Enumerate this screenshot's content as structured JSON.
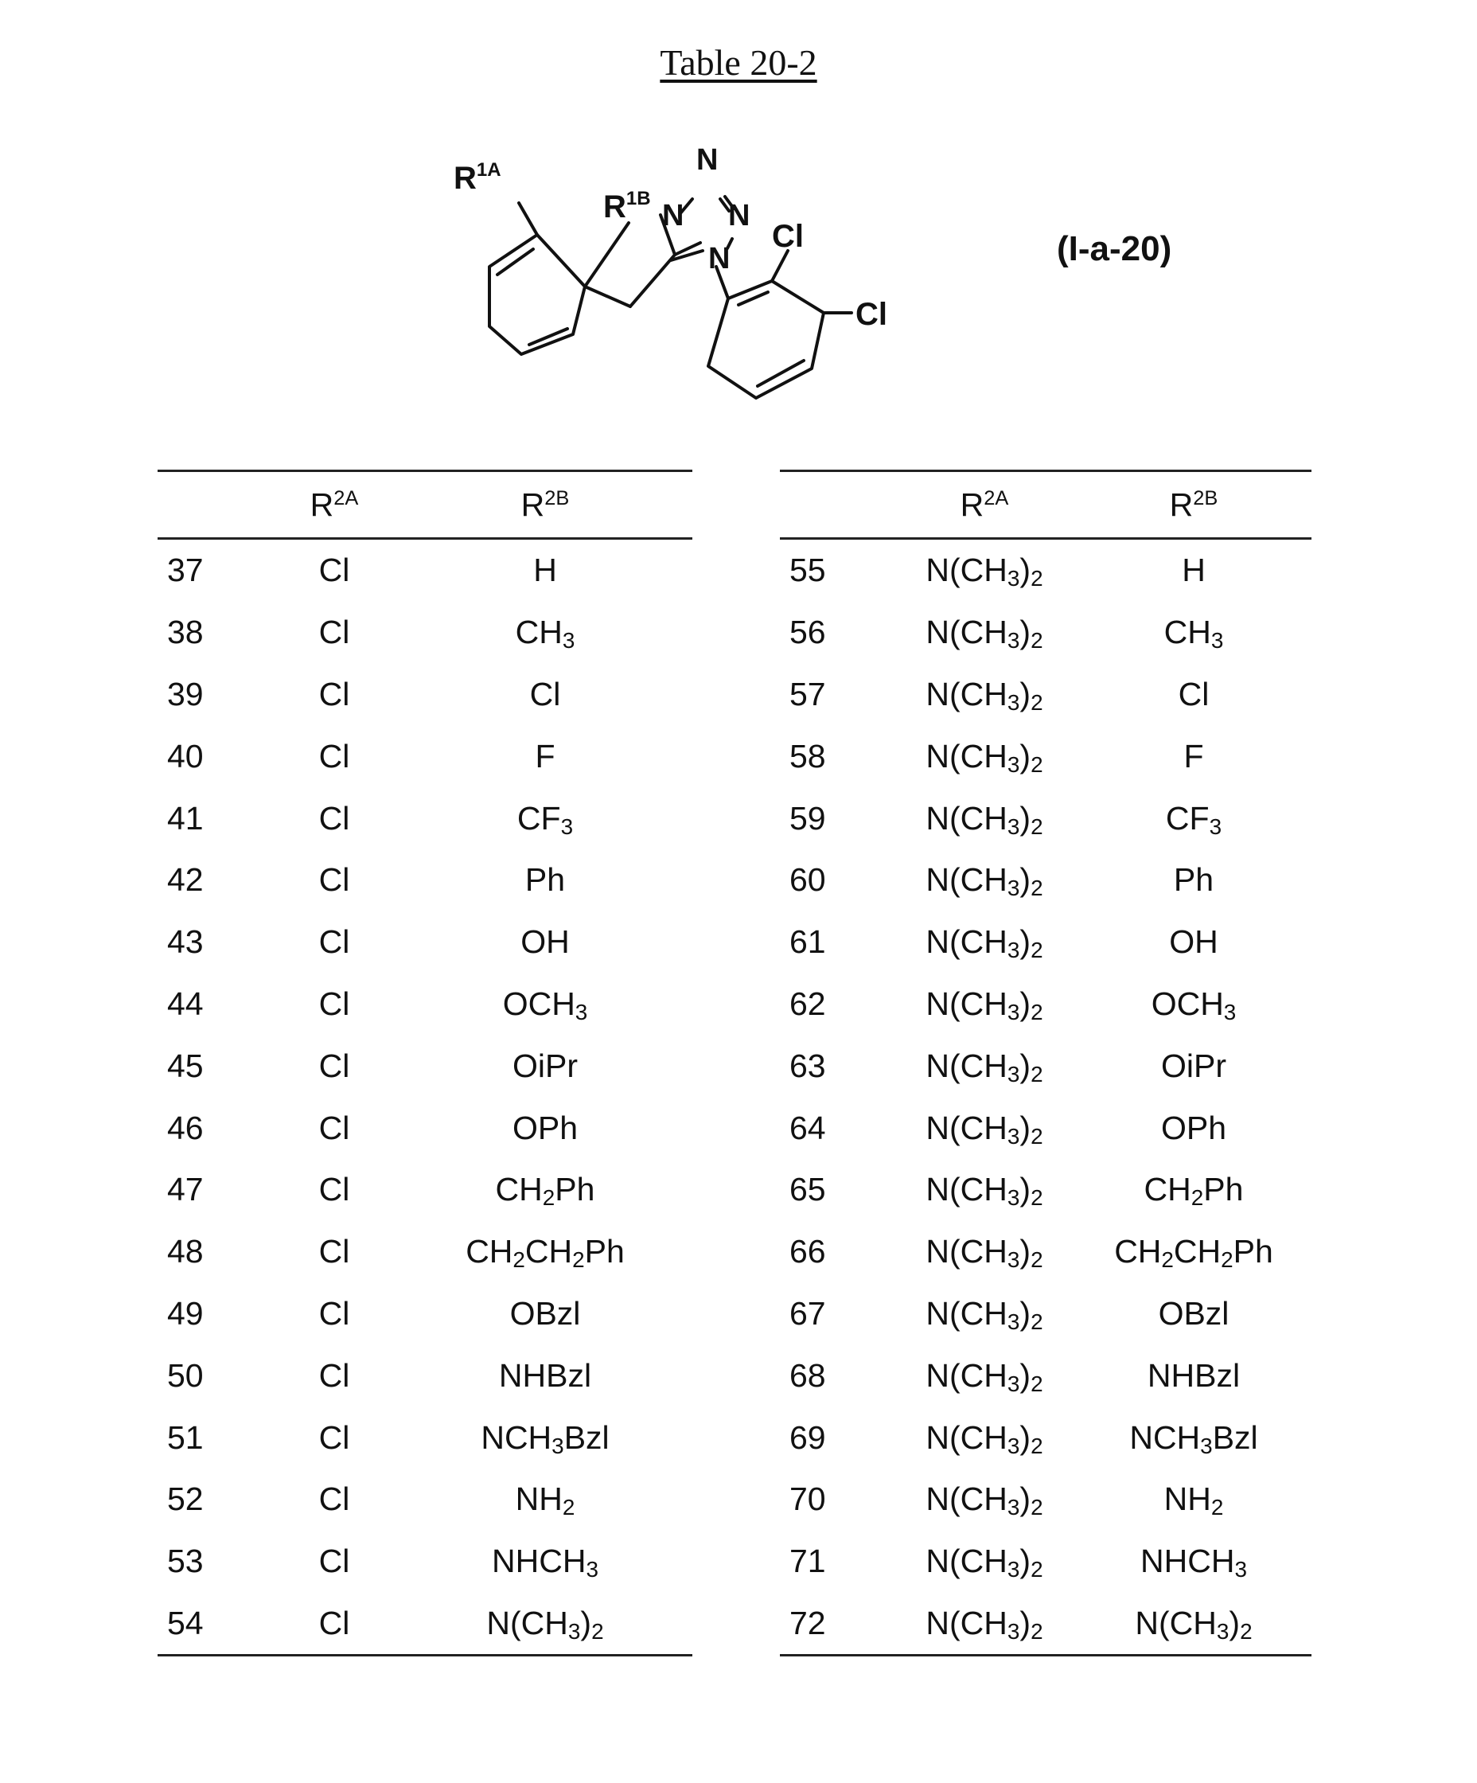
{
  "title": "Table 20-2",
  "structure": {
    "compound_label": "(I-a-20)",
    "r1a": "R",
    "r1a_sup": "1A",
    "r1b": "R",
    "r1b_sup": "1B",
    "atom_n": "N",
    "atom_cl": "Cl"
  },
  "table_left": {
    "headers": [
      "",
      "R<sup>2A</sup>",
      "R<sup>2B</sup>"
    ],
    "rows": [
      [
        "37",
        "Cl",
        "H"
      ],
      [
        "38",
        "Cl",
        "CH<sub>3</sub>"
      ],
      [
        "39",
        "Cl",
        "Cl"
      ],
      [
        "40",
        "Cl",
        "F"
      ],
      [
        "41",
        "Cl",
        "CF<sub>3</sub>"
      ],
      [
        "42",
        "Cl",
        "Ph"
      ],
      [
        "43",
        "Cl",
        "OH"
      ],
      [
        "44",
        "Cl",
        "OCH<sub>3</sub>"
      ],
      [
        "45",
        "Cl",
        "OiPr"
      ],
      [
        "46",
        "Cl",
        "OPh"
      ],
      [
        "47",
        "Cl",
        "CH<sub>2</sub>Ph"
      ],
      [
        "48",
        "Cl",
        "CH<sub>2</sub>CH<sub>2</sub>Ph"
      ],
      [
        "49",
        "Cl",
        "OBzl"
      ],
      [
        "50",
        "Cl",
        "NHBzl"
      ],
      [
        "51",
        "Cl",
        "NCH<sub>3</sub>Bzl"
      ],
      [
        "52",
        "Cl",
        "NH<sub>2</sub>"
      ],
      [
        "53",
        "Cl",
        "NHCH<sub>3</sub>"
      ],
      [
        "54",
        "Cl",
        "N(CH<sub>3</sub>)<sub>2</sub>"
      ]
    ]
  },
  "table_right": {
    "headers": [
      "",
      "R<sup>2A</sup>",
      "R<sup>2B</sup>"
    ],
    "rows": [
      [
        "55",
        "N(CH<sub>3</sub>)<sub>2</sub>",
        "H"
      ],
      [
        "56",
        "N(CH<sub>3</sub>)<sub>2</sub>",
        "CH<sub>3</sub>"
      ],
      [
        "57",
        "N(CH<sub>3</sub>)<sub>2</sub>",
        "Cl"
      ],
      [
        "58",
        "N(CH<sub>3</sub>)<sub>2</sub>",
        "F"
      ],
      [
        "59",
        "N(CH<sub>3</sub>)<sub>2</sub>",
        "CF<sub>3</sub>"
      ],
      [
        "60",
        "N(CH<sub>3</sub>)<sub>2</sub>",
        "Ph"
      ],
      [
        "61",
        "N(CH<sub>3</sub>)<sub>2</sub>",
        "OH"
      ],
      [
        "62",
        "N(CH<sub>3</sub>)<sub>2</sub>",
        "OCH<sub>3</sub>"
      ],
      [
        "63",
        "N(CH<sub>3</sub>)<sub>2</sub>",
        "OiPr"
      ],
      [
        "64",
        "N(CH<sub>3</sub>)<sub>2</sub>",
        "OPh"
      ],
      [
        "65",
        "N(CH<sub>3</sub>)<sub>2</sub>",
        "CH<sub>2</sub>Ph"
      ],
      [
        "66",
        "N(CH<sub>3</sub>)<sub>2</sub>",
        "CH<sub>2</sub>CH<sub>2</sub>Ph"
      ],
      [
        "67",
        "N(CH<sub>3</sub>)<sub>2</sub>",
        "OBzl"
      ],
      [
        "68",
        "N(CH<sub>3</sub>)<sub>2</sub>",
        "NHBzl"
      ],
      [
        "69",
        "N(CH<sub>3</sub>)<sub>2</sub>",
        "NCH<sub>3</sub>Bzl"
      ],
      [
        "70",
        "N(CH<sub>3</sub>)<sub>2</sub>",
        "NH<sub>2</sub>"
      ],
      [
        "71",
        "N(CH<sub>3</sub>)<sub>2</sub>",
        "NHCH<sub>3</sub>"
      ],
      [
        "72",
        "N(CH<sub>3</sub>)<sub>2</sub>",
        "N(CH<sub>3</sub>)<sub>2</sub>"
      ]
    ]
  }
}
